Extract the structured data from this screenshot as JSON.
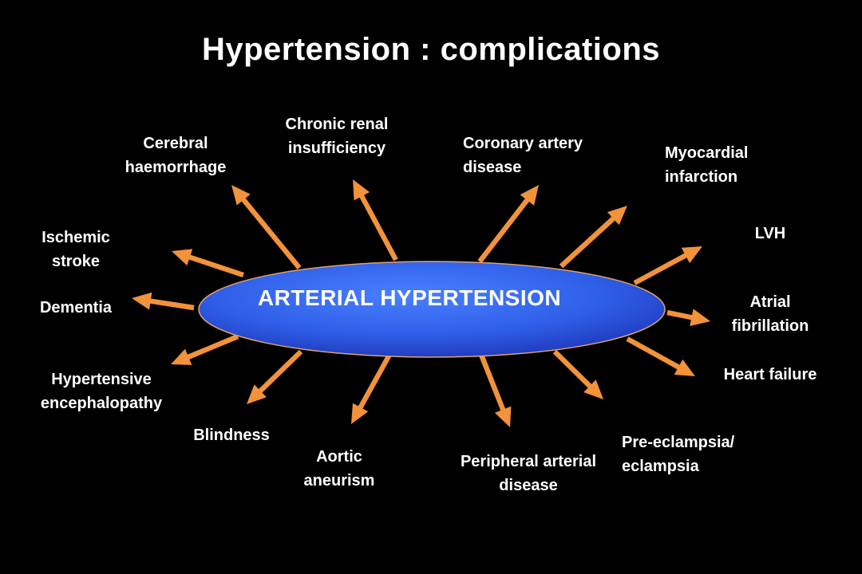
{
  "title": "Hypertension : complications",
  "center": "ARTERIAL HYPERTENSION",
  "colors": {
    "background": "#000000",
    "arrow": "#f2923a",
    "ellipse_fill": "#2f5fe8",
    "ellipse_dark": "#1b2fb0",
    "ellipse_border": "#e0a070",
    "text": "#ffffff"
  },
  "complications": [
    {
      "id": "cerebral-haemorrhage",
      "label": "Cerebral\nhaemorrhage"
    },
    {
      "id": "chronic-renal-insufficiency",
      "label": "Chronic renal\ninsufficiency"
    },
    {
      "id": "coronary-artery-disease",
      "label": "Coronary artery\ndisease"
    },
    {
      "id": "myocardial-infarction",
      "label": "Myocardial\ninfarction"
    },
    {
      "id": "lvh",
      "label": "LVH"
    },
    {
      "id": "atrial-fibrillation",
      "label": "Atrial\nfibrillation"
    },
    {
      "id": "heart-failure",
      "label": "Heart failure"
    },
    {
      "id": "pre-eclampsia",
      "label": "Pre-eclampsia/\neclampsia"
    },
    {
      "id": "peripheral-arterial-disease",
      "label": "Peripheral arterial\ndisease"
    },
    {
      "id": "aortic-aneurism",
      "label": "Aortic\naneurism"
    },
    {
      "id": "blindness",
      "label": "Blindness"
    },
    {
      "id": "hypertensive-encephalopathy",
      "label": "Hypertensive\nencephalopathy"
    },
    {
      "id": "dementia",
      "label": "Dementia"
    },
    {
      "id": "ischemic-stroke",
      "label": "Ischemic\nstroke"
    }
  ]
}
